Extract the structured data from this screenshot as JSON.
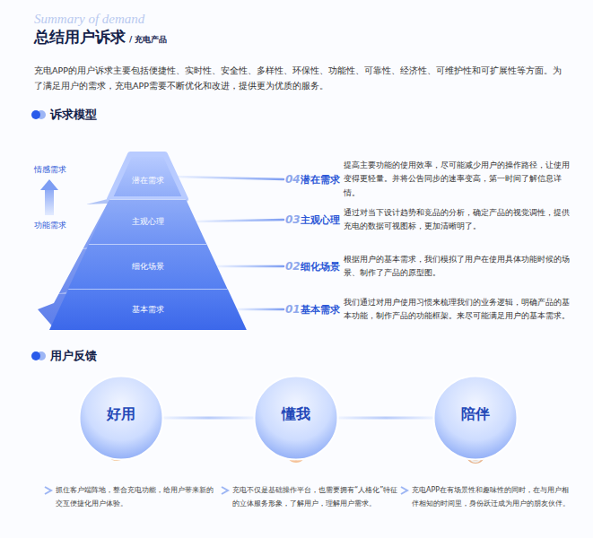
{
  "diagram": {
    "title": "总结用户诉求",
    "nodes": [
      {
        "text": [
          "潜在需求"
        ]
      },
      {
        "text": [
          "主观心理"
        ]
      },
      {
        "text": [
          "细化场景"
        ]
      },
      {
        "text": [
          "基本需求"
        ]
      },
      {
        "text": [
          "04",
          "潜在需求",
          "提高主要功能的使用效率，尽可能减少用户的操作路径，让使用变得更轻量。并将公告同步的速率变高，第一时间了解信息详情。"
        ]
      },
      {
        "text": [
          "03",
          "主观心理",
          "通过对当下设计趋势和竞品的分析，确定产品的视觉调性，提供充电的数据可视图标，更加清晰明了。"
        ]
      },
      {
        "text": [
          "02",
          "细化场景",
          "根据用户的基本需求，我们模拟了用户在使用具体功能时候的场景、制作了产品的原型图。"
        ]
      },
      {
        "text": [
          "01",
          "基本需求",
          "我们通过对用户使用习惯来梳理我们的业务逻辑，明确产品的基本功能，制作产品的功能框架。来尽可能满足用户的基本需求。"
        ]
      },
      {
        "text": [
          "好用"
        ]
      },
      {
        "text": [
          "懂我"
        ]
      },
      {
        "text": [
          "陪伴"
        ]
      }
    ],
    "edges": [
      {
        "from": 0,
        "to": 4,
        "arrow": "none"
      },
      {
        "from": 1,
        "to": 5,
        "arrow": "none"
      },
      {
        "from": 2,
        "to": 6,
        "arrow": "none"
      },
      {
        "from": 3,
        "to": 7,
        "arrow": "none"
      },
      {
        "from": 8,
        "to": 9,
        "arrow": "none"
      },
      {
        "from": 9,
        "to": 10,
        "arrow": "none"
      }
    ],
    "labels": [
      "Summary of demand",
      "/ 充电产品",
      "充电APP的用户诉求主要包括便捷性、实时性、安全性、多样性、环保性、功能性、可靠性、经济性、可维护性和可扩展性等方面。为了满足用户的需求，充电APP需要不断优化和改进，提供更为优质的服务。",
      "诉求模型",
      "情感需求",
      "功能需求",
      "用户反馈",
      "抓住客户端阵地，整合充电功能，给用户带来新的交互便捷化用户体验。",
      "充电不仅是基础操作平台，也需要拥有“人格化”特征的立体服务形象，了解用户，理解用户需求。",
      "充电APP在有场景性和趣味性的同时，在与用户相伴相知的时间里，身份跃迁成为用户的朋友伙伴。"
    ]
  }
}
